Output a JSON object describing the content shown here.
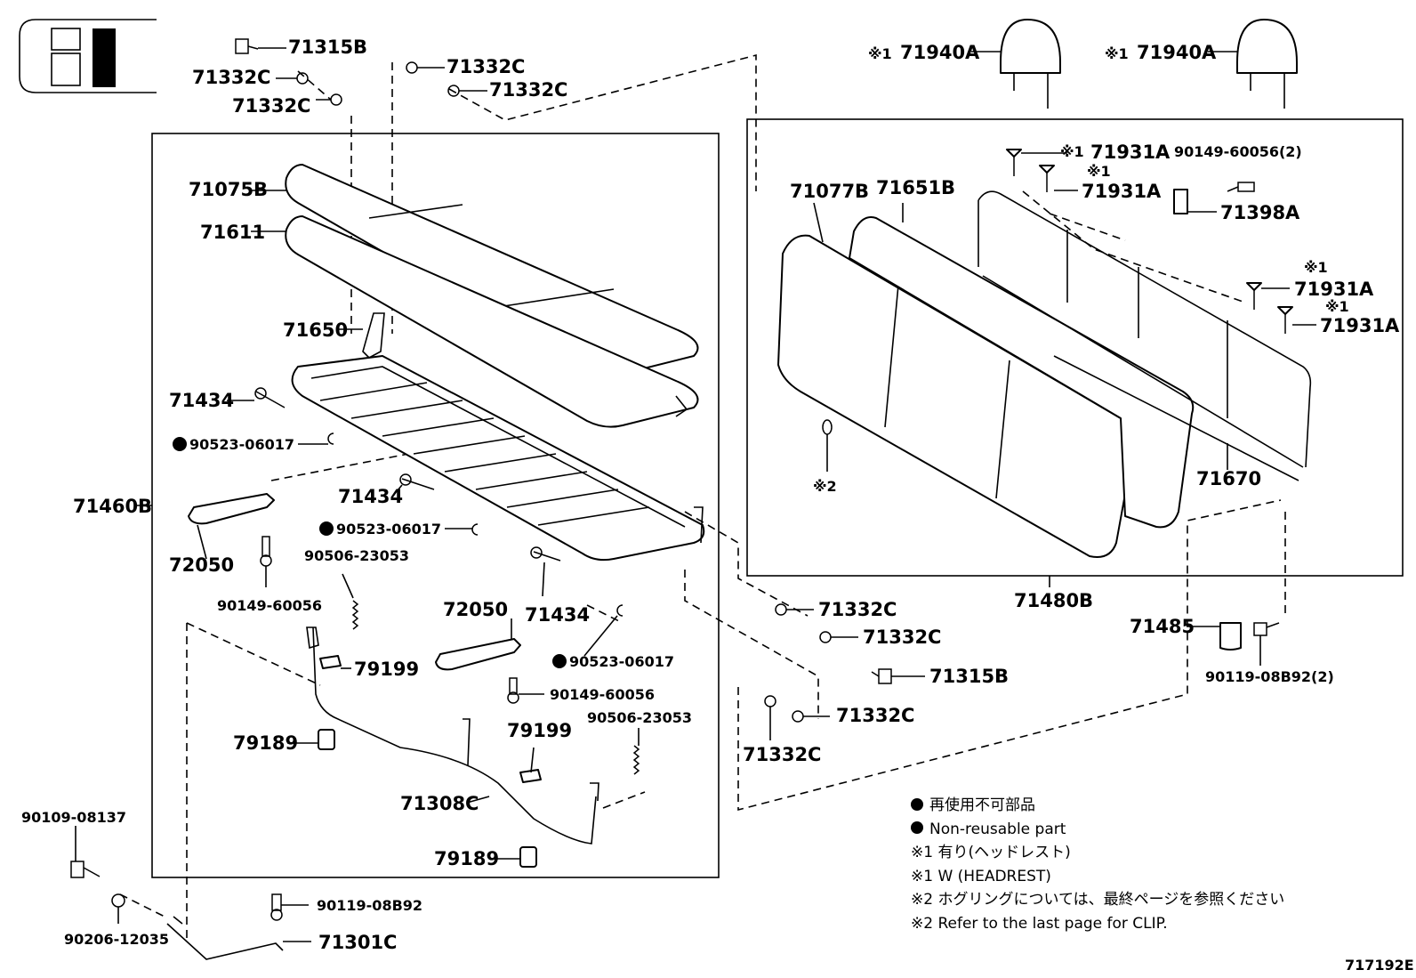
{
  "diagram_id": "717192E",
  "callouts": {
    "c71315B_top": "71315B",
    "c71332C_a": "71332C",
    "c71332C_b": "71332C",
    "c71332C_c": "71332C",
    "c71332C_d": "71332C",
    "c71075B": "71075B",
    "c71611": "71611",
    "c71650": "71650",
    "c71434_a": "71434",
    "c90523_a": "90523-06017",
    "c71460B": "71460B",
    "c71434_b": "71434",
    "c90523_b": "90523-06017",
    "c90506_a": "90506-23053",
    "c72050_a": "72050",
    "c90149_a": "90149-60056",
    "c72050_b": "72050",
    "c71434_c": "71434",
    "c90523_c": "90523-06017",
    "c79199_a": "79199",
    "c90149_b": "90149-60056",
    "c79199_b": "79199",
    "c90506_b": "90506-23053",
    "c79189_a": "79189",
    "c71308C": "71308C",
    "c79189_b": "79189",
    "c90109": "90109-08137",
    "c90206": "90206-12035",
    "c90119_a": "90119-08B92",
    "c71301C": "71301C",
    "c71332C_e": "71332C",
    "c71332C_f": "71332C",
    "c71315B_b": "71315B",
    "c71332C_g": "71332C",
    "c71332C_h": "71332C",
    "c71940A_a": "71940A",
    "c71940A_b": "71940A",
    "c71931A_a": "71931A",
    "c71931A_b": "71931A",
    "c71931A_c": "71931A",
    "c71931A_d": "71931A",
    "c90149_c": "90149-60056(2)",
    "c71398A": "71398A",
    "c71077B": "71077B",
    "c71651B": "71651B",
    "c71670": "71670",
    "c71480B": "71480B",
    "c71485": "71485",
    "c90119_b": "90119-08B92(2)",
    "mark1": "※1",
    "mark2": "※2"
  },
  "legend": {
    "non_reusable_jp": "再使用不可部品",
    "non_reusable_en": "Non-reusable part",
    "note1_jp": "※1  有り(ヘッドレスト)",
    "note1_en": "※1  W (HEADREST)",
    "note2_jp": "※2  ホグリングについては、最終ページを参照ください",
    "note2_en": "※2  Refer to the last page for CLIP."
  }
}
